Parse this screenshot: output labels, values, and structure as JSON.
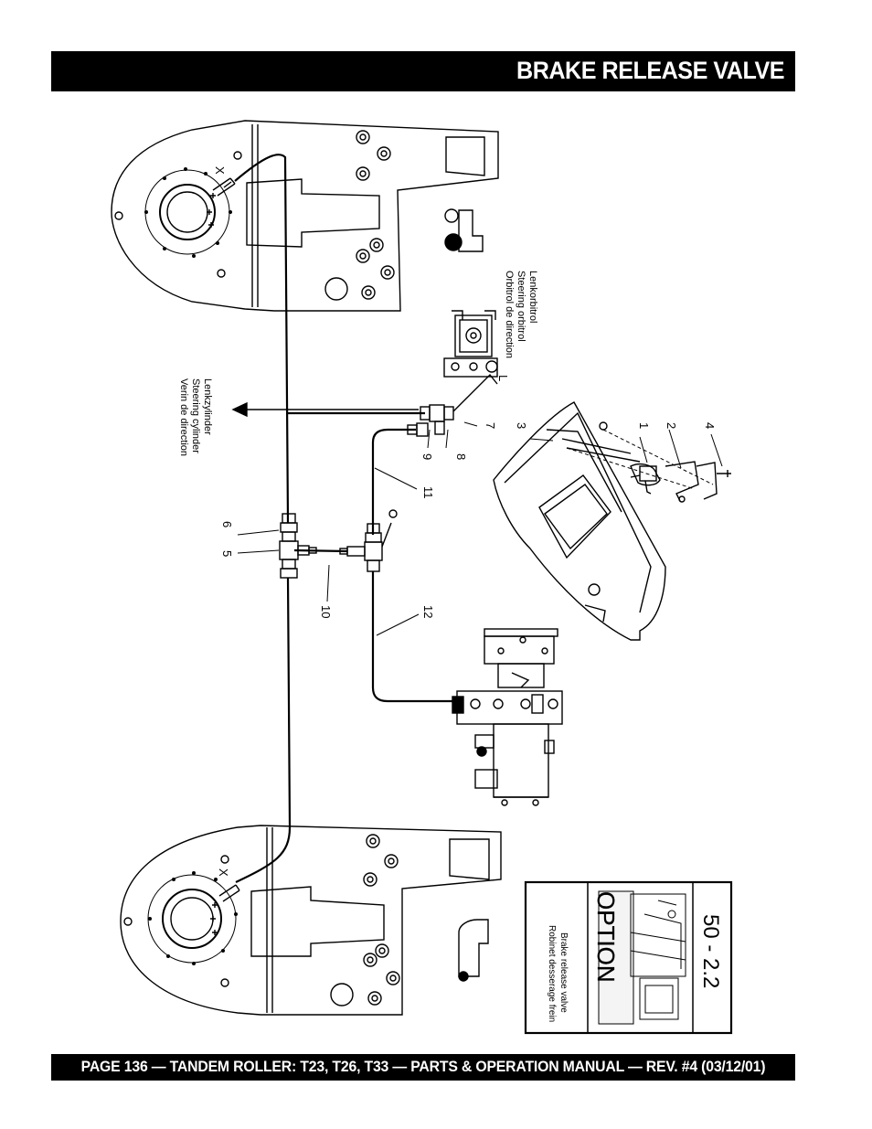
{
  "header": {
    "title": "BRAKE RELEASE VALVE"
  },
  "footer": {
    "text": "PAGE 136 — TANDEM ROLLER: T23, T26, T33 — PARTS & OPERATION MANUAL — REV. #4 (03/12/01)"
  },
  "diagram": {
    "labels": {
      "orbitrol": [
        "Lenkorbitrol",
        "Steering orbitrol",
        "Orbitrol de direction"
      ],
      "cylinder": [
        "Lenkzylinder",
        "Steering cylinder",
        "Verin de direction"
      ],
      "port_x": "X",
      "port_l": "L"
    },
    "callouts": [
      "1",
      "2",
      "3",
      "4",
      "5",
      "6",
      "7",
      "8",
      "9",
      "10",
      "11",
      "12"
    ],
    "option_box": {
      "code": "50 - 2.2",
      "option_word": "OPTION",
      "caption": [
        "Brake release valve",
        "Robinet desserage frein"
      ]
    }
  }
}
